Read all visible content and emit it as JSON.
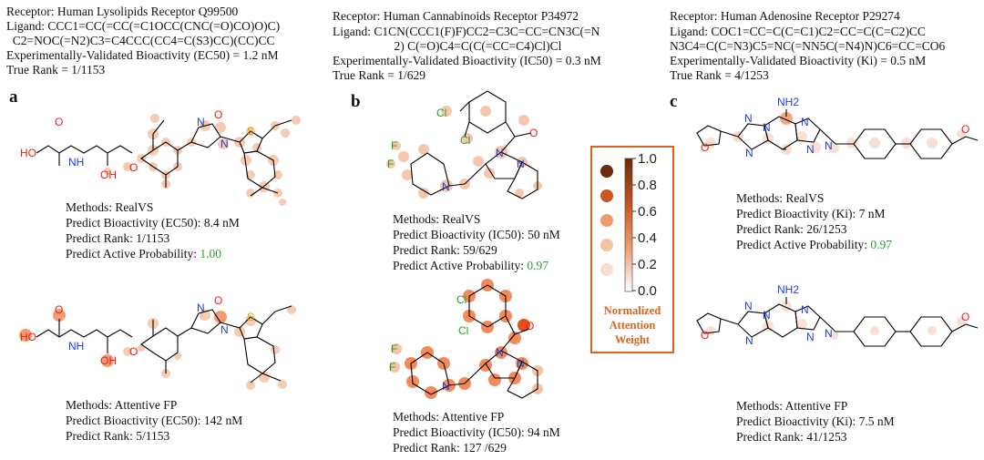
{
  "panels": [
    {
      "letter": "a",
      "receptor": "Receptor: Human Lysolipids Receptor Q99500",
      "ligand_line1": "Ligand: CCC1=CC(=CC(=C1OCC(CNC(=O)CO)O)C)",
      "ligand_line2": "  C2=NOC(=N2)C3=C4CCC(CC4=C(S3)CC)(CC)CC",
      "bioactivity": "Experimentally-Validated Bioactivity (EC50) = 1.2 nM",
      "true_rank": "True Rank = 1/1153",
      "realvs": {
        "method": "Methods: RealVS",
        "predict_bioactivity": "Predict Bioactivity (EC50): 8.4 nM",
        "predict_rank": "Predict Rank: 1/1153",
        "active_prob_label": "Predict Active Probability: ",
        "active_prob_value": "1.00"
      },
      "attentivefp": {
        "method": "Methods: Attentive FP",
        "predict_bioactivity": "Predict Bioactivity (EC50): 142 nM",
        "predict_rank": "Predict Rank: 5/1153"
      }
    },
    {
      "letter": "b",
      "receptor": "Receptor: Human Cannabinoids Receptor P34972",
      "ligand_line1": "Ligand: C1CN(CCC1(F)F)CC2=C3C=CC=CN3C(=N",
      "ligand_line2": "                    2) C(=O)C4=C(C(=CC=C4)Cl)Cl",
      "bioactivity": "Experimentally-Validated Bioactivity (IC50) = 0.3 nM",
      "true_rank": "True Rank = 1/629",
      "realvs": {
        "method": "Methods: RealVS",
        "predict_bioactivity": "Predict Bioactivity (IC50): 50 nM",
        "predict_rank": "Predict Rank: 59/629",
        "active_prob_label": "Predict Active Probability: ",
        "active_prob_value": "0.97"
      },
      "attentivefp": {
        "method": "Methods: Attentive FP",
        "predict_bioactivity": "Predict Bioactivity (IC50): 94 nM",
        "predict_rank": "Predict Rank: 127 /629"
      }
    },
    {
      "letter": "c",
      "receptor": "Receptor: Human Adenosine Receptor P29274",
      "ligand_line1": "Ligand: COC1=CC=C(C=C1)C2=CC=C(C=C2)CC",
      "ligand_line2": "N3C4=C(C=N3)C5=NC(=NN5C(=N4)N)C6=CC=CO6",
      "bioactivity": "Experimentally-Validated Bioactivity (Ki) = 0.5 nM",
      "true_rank": "True Rank = 4/1253",
      "realvs": {
        "method": "Methods: RealVS",
        "predict_bioactivity": "Predict Bioactivity (Ki): 7 nM",
        "predict_rank": "Predict Rank: 26/1253",
        "active_prob_label": "Predict Active Probability: ",
        "active_prob_value": "0.97"
      },
      "attentivefp": {
        "method": "Methods: Attentive FP",
        "predict_bioactivity": "Predict Bioactivity (Ki): 7.5 nM",
        "predict_rank": "Predict Rank: 41/1253"
      }
    }
  ],
  "atom_labels": {
    "HO": "HO",
    "NH": "NH",
    "OH": "OH",
    "O": "O",
    "N": "N",
    "S": "S",
    "F": "F",
    "Cl": "Cl",
    "NH2": "NH2"
  },
  "legend": {
    "ticks": [
      "1.0",
      "0.8",
      "0.6",
      "0.4",
      "0.2",
      "0.0"
    ],
    "title_line1": "Normalized",
    "title_line2": "Attention",
    "title_line3": "Weight",
    "colors": {
      "dark": "#6b2a0e",
      "orange": "#c8581d",
      "mid": "#ef9a6a",
      "light": "#f4c2a4",
      "pale": "#f9ddd0",
      "border": "#d9631f",
      "value_green": "#2ca02c"
    }
  }
}
